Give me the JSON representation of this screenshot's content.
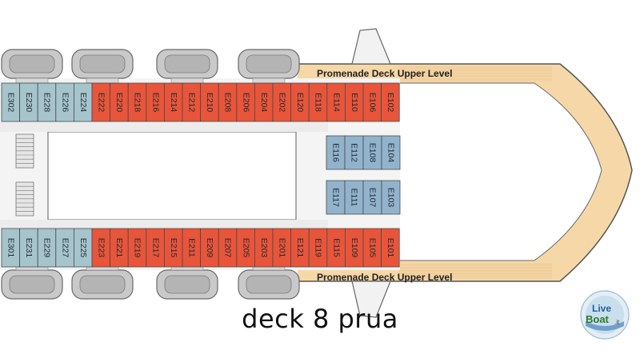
{
  "deck_plan": {
    "caption": "deck 8 prua",
    "promenade_labels": {
      "upper": "Promenade Deck Upper Level",
      "lower": "Promenade Deck Upper Level"
    },
    "colors": {
      "red_cabin": "#e8553a",
      "blue_cabin": "#92b3cc",
      "teal_cabin": "#a6c4cc",
      "lifeboat": "#c9c9c9",
      "deck_wood": "#f6d8a8",
      "hull_outline": "#555555"
    },
    "top_row": [
      {
        "id": "E302",
        "color": "teal"
      },
      {
        "id": "E230",
        "color": "teal"
      },
      {
        "id": "E228",
        "color": "teal"
      },
      {
        "id": "E226",
        "color": "teal"
      },
      {
        "id": "E224",
        "color": "teal"
      },
      {
        "id": "E222",
        "color": "red"
      },
      {
        "id": "E220",
        "color": "red"
      },
      {
        "id": "E218",
        "color": "red"
      },
      {
        "id": "E216",
        "color": "red"
      },
      {
        "id": "E214",
        "color": "red"
      },
      {
        "id": "E212",
        "color": "red"
      },
      {
        "id": "E210",
        "color": "red"
      },
      {
        "id": "E208",
        "color": "red"
      },
      {
        "id": "E206",
        "color": "red"
      },
      {
        "id": "E204",
        "color": "red"
      },
      {
        "id": "E202",
        "color": "red"
      },
      {
        "id": "E120",
        "color": "red"
      },
      {
        "id": "E118",
        "color": "red"
      },
      {
        "id": "E114",
        "color": "red"
      },
      {
        "id": "E110",
        "color": "red"
      },
      {
        "id": "E106",
        "color": "red"
      },
      {
        "id": "E102",
        "color": "red"
      }
    ],
    "bottom_row": [
      {
        "id": "E301",
        "color": "teal"
      },
      {
        "id": "E231",
        "color": "teal"
      },
      {
        "id": "E229",
        "color": "teal"
      },
      {
        "id": "E227",
        "color": "teal"
      },
      {
        "id": "E225",
        "color": "teal"
      },
      {
        "id": "E223",
        "color": "red"
      },
      {
        "id": "E221",
        "color": "red"
      },
      {
        "id": "E219",
        "color": "red"
      },
      {
        "id": "E217",
        "color": "red"
      },
      {
        "id": "E215",
        "color": "red"
      },
      {
        "id": "E211",
        "color": "red"
      },
      {
        "id": "E209",
        "color": "red"
      },
      {
        "id": "E207",
        "color": "red"
      },
      {
        "id": "E205",
        "color": "red"
      },
      {
        "id": "E203",
        "color": "red"
      },
      {
        "id": "E201",
        "color": "red"
      },
      {
        "id": "E121",
        "color": "red"
      },
      {
        "id": "E119",
        "color": "red"
      },
      {
        "id": "E115",
        "color": "red"
      },
      {
        "id": "E109",
        "color": "red"
      },
      {
        "id": "E105",
        "color": "red"
      },
      {
        "id": "E101",
        "color": "red"
      }
    ],
    "inner_upper": [
      "E116",
      "E112",
      "E108",
      "E104"
    ],
    "inner_lower": [
      "E117",
      "E111",
      "E107",
      "E103"
    ],
    "logo": {
      "line1": "Live",
      "line2": "Boat",
      "suffix": ".it"
    }
  }
}
